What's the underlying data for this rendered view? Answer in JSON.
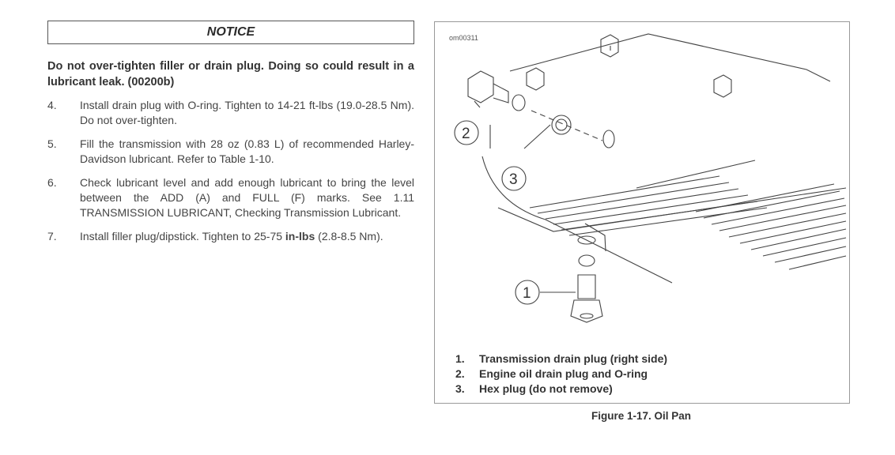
{
  "notice": {
    "title": "NOTICE",
    "message": "Do not over-tighten filler or drain plug. Doing so could result in a lubricant leak. (00200b)"
  },
  "steps": [
    {
      "number": "4.",
      "before": "Install drain plug with O-ring. Tighten to 14-21 ft-lbs (19.0-28.5 Nm). Do not over-tighten.",
      "bold": "",
      "after": ""
    },
    {
      "number": "5.",
      "before": "Fill the transmission with 28 oz (0.83 L) of recommended Harley-Davidson lubricant. Refer to Table 1-10.",
      "bold": "",
      "after": ""
    },
    {
      "number": "6.",
      "before": "Check lubricant level and add enough lubricant to bring the level between the ADD (A) and FULL (F) marks. See 1.11 TRANSMISSION LUBRICANT, Checking Transmission Lubricant.",
      "bold": "",
      "after": ""
    },
    {
      "number": "7.",
      "before": "Install filler plug/dipstick. Tighten to 25-75 ",
      "bold": "in-lbs",
      "after": " (2.8-8.5 Nm)."
    }
  ],
  "figure": {
    "id": "om00311",
    "callouts": [
      "1",
      "2",
      "3"
    ],
    "legend": [
      {
        "number": "1.",
        "text": "Transmission drain plug (right side)"
      },
      {
        "number": "2.",
        "text": "Engine oil drain plug and O-ring"
      },
      {
        "number": "3.",
        "text": "Hex plug (do not remove)"
      }
    ],
    "caption": "Figure 1-17. Oil Pan"
  }
}
